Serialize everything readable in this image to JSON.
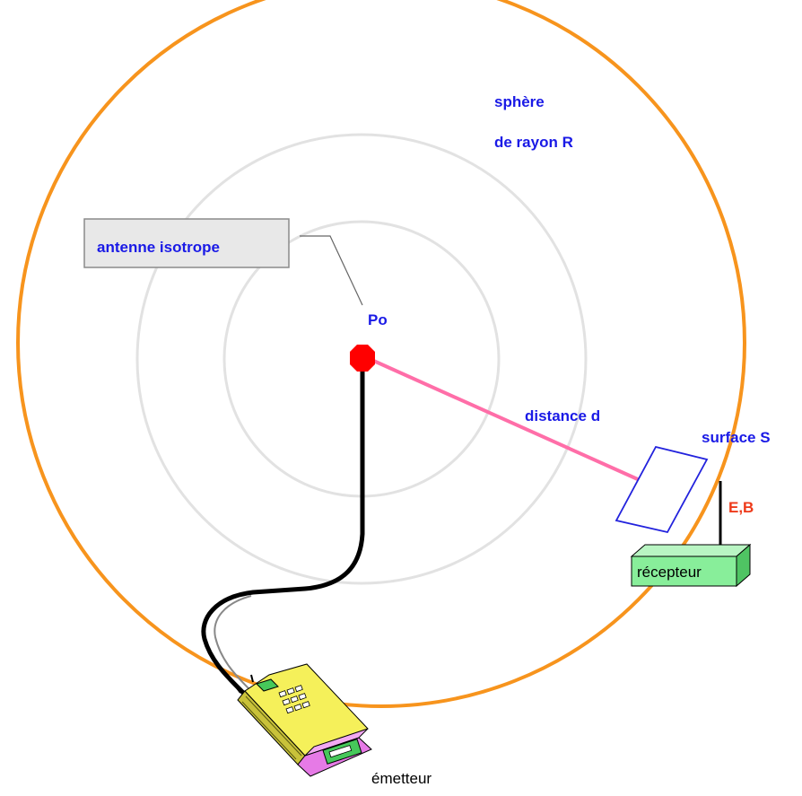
{
  "labels": {
    "sphere_line1": "sphère",
    "sphere_line2": "de rayon R",
    "antenna": "antenne isotrope",
    "power": "Po",
    "distance": "distance d",
    "surface": "surface S",
    "fields": "E,B",
    "receiver": "récepteur",
    "transmitter": "émetteur"
  },
  "colors": {
    "sphere": "#f7941d",
    "inner_circles": "#e2e2e2",
    "antenna_point": "#ff0000",
    "distance_line": "#ff6ea8",
    "labels_blue": "#1a1ae6",
    "fields_red": "#ee3a1a",
    "receiver_box": "#88ee9a",
    "callout_box": "#e8e8e8",
    "transmitter_body": "#f5f05a",
    "transmitter_end": "#e67ae6"
  },
  "icons": {
    "transmitter": "handheld-radio-icon",
    "receiver": "receiver-box-icon"
  }
}
